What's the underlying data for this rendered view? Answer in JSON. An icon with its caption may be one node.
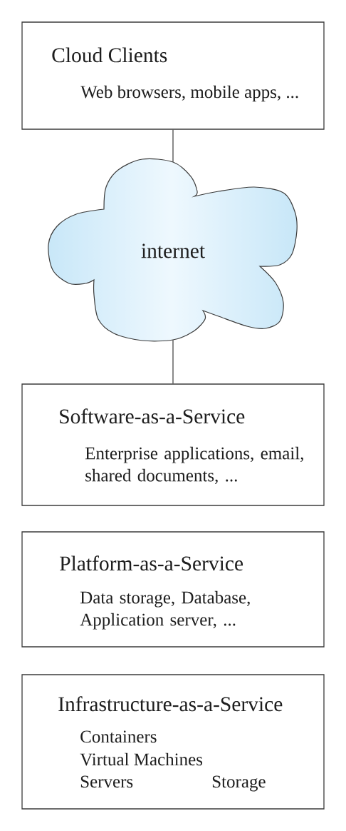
{
  "diagram": {
    "nodes": [
      {
        "text": [
          "Cloud Clients",
          "Web browsers, mobile apps, ..."
        ]
      },
      {
        "text": [
          "internet"
        ]
      },
      {
        "text": [
          "Software-as-a-Service",
          "Enterprise applications, email, shared documents, ..."
        ]
      },
      {
        "text": [
          "Platform-as-a-Service",
          "Data storage, Database, Application server, ..."
        ]
      },
      {
        "text": [
          "Infrastructure-as-a-Service",
          "Containers",
          "Virtual Machines",
          "Servers",
          "Storage"
        ]
      }
    ],
    "edges": [
      {
        "from": 0,
        "to": 1,
        "arrow": "none"
      },
      {
        "from": 1,
        "to": 2,
        "arrow": "none"
      }
    ]
  }
}
